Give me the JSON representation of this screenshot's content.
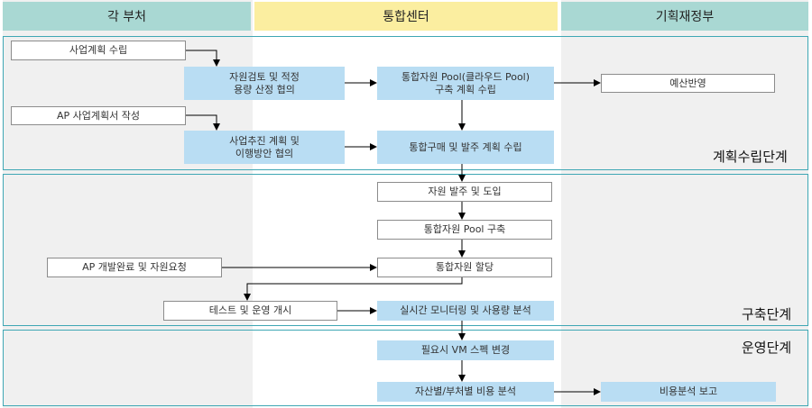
{
  "headers": {
    "col1": "각 부처",
    "col2": "통합센터",
    "col3": "기획재정부"
  },
  "phases": {
    "planning": "계획수립단계",
    "construction": "구축단계",
    "operation": "운영단계"
  },
  "boxes": {
    "business_plan": "사업계획 수립",
    "resource_review": "자원검토 및 적정\n용량 산정 협의",
    "pool_plan": "통합자원 Pool(클라우드 Pool)\n구축 계획 수립",
    "budget": "예산반영",
    "ap_plan": "AP 사업계획서 작성",
    "promotion_plan": "사업추진 계획 및\n이행방안 협의",
    "procurement_plan": "통합구매 및 발주 계획 수립",
    "order_intro": "자원 발주 및 도입",
    "pool_build": "통합자원 Pool 구축",
    "ap_dev": "AP 개발완료 및 자원요청",
    "allocation": "통합자원 할당",
    "test_ops": "테스트 및 운영 개시",
    "monitoring": "실시간 모니터링 및 사용량 분석",
    "vm_change": "필요시 VM 스펙 변경",
    "cost_analysis": "자산별/부처별 비용 분석",
    "cost_report": "비용분석 보고"
  },
  "colors": {
    "col1_bg": "#f0f0f0",
    "col2_bg": "#ffffff",
    "col3_bg": "#f0f0f0",
    "header1_bg": "#a9d8d3",
    "header2_bg": "#fbeea0",
    "header3_bg": "#a9d8d3",
    "phase_border": "#3fa7b4",
    "box_blue": "#b9ddf3"
  }
}
